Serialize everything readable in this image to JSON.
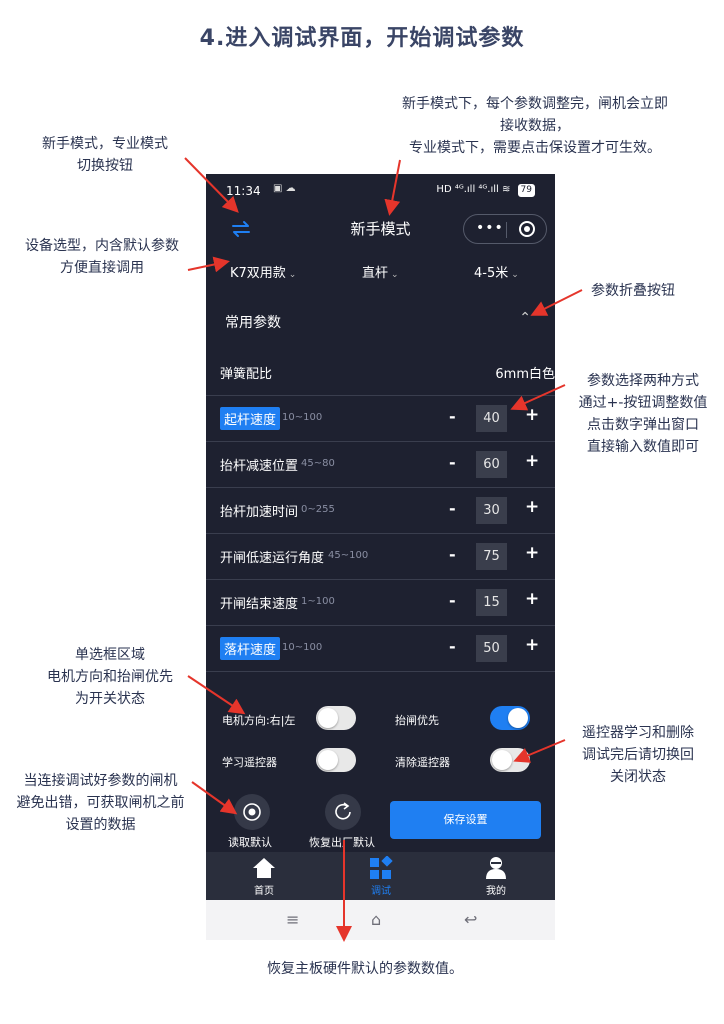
{
  "page_title": "4.进入调试界面，开始调试参数",
  "annotations": {
    "mode_switch": [
      "新手模式，专业模式",
      "切换按钮"
    ],
    "mode_desc": [
      "新手模式下，每个参数调整完，闸机会立即",
      "接收数据，",
      "专业模式下，需要点击保设置才可生效。"
    ],
    "device_select": [
      "设备选型，内含默认参数",
      "方便直接调用"
    ],
    "fold_button": [
      "参数折叠按钮"
    ],
    "param_input": [
      "参数选择两种方式",
      "通过+-按钮调整数值",
      "点击数字弹出窗口",
      "直接输入数值即可"
    ],
    "radio_area": [
      "单选框区域",
      "电机方向和抬闸优先",
      "为开关状态"
    ],
    "remote": [
      "遥控器学习和删除",
      "调试完后请切换回",
      "关闭状态"
    ],
    "read_default": [
      "当连接调试好参数的闸机",
      "避免出错，可获取闸机之前",
      "设置的数据"
    ],
    "restore_factory": [
      "恢复主板硬件默认的参数数值。"
    ]
  },
  "status_bar": {
    "time": "11:34",
    "left_icons": "▣ ☁",
    "right": "HD ⁴ᴳ.ıll ⁴ᴳ.ıll ≋",
    "battery": "79"
  },
  "header": {
    "mode": "新手模式",
    "capsule_more": "•••"
  },
  "selectors": {
    "model": "K7双用款",
    "pole": "直杆",
    "length": "4-5米",
    "caret": "⌄"
  },
  "section": {
    "label": "常用参数",
    "fold_icon": "⌃"
  },
  "params": {
    "spring": {
      "name": "弹簧配比",
      "value": "6mm白色"
    },
    "rows": [
      {
        "name": "起杆速度",
        "range": "10~100",
        "value": "40",
        "highlight": true
      },
      {
        "name": "抬杆减速位置",
        "range": "45~80",
        "value": "60",
        "highlight": false
      },
      {
        "name": "抬杆加速时间",
        "range": "0~255",
        "value": "30",
        "highlight": false
      },
      {
        "name": "开闸低速运行角度",
        "range": "45~100",
        "value": "75",
        "highlight": false
      },
      {
        "name": "开闸结束速度",
        "range": "1~100",
        "value": "15",
        "highlight": false
      },
      {
        "name": "落杆速度",
        "range": "10~100",
        "value": "50",
        "highlight": true
      }
    ],
    "minus": "-",
    "plus": "+"
  },
  "toggles": {
    "motor_dir": {
      "label": "电机方向:右|左",
      "on": false
    },
    "lift_priority": {
      "label": "抬闸优先",
      "on": true
    },
    "learn_remote": {
      "label": "学习遥控器",
      "on": false
    },
    "clear_remote": {
      "label": "清除遥控器",
      "on": false
    }
  },
  "actions": {
    "read_default": "读取默认",
    "restore_factory": "恢复出厂默认",
    "save": "保存设置"
  },
  "tabs": [
    {
      "label": "首页",
      "icon": "home-icon"
    },
    {
      "label": "调试",
      "icon": "debug-icon",
      "active": true
    },
    {
      "label": "我的",
      "icon": "user-icon"
    }
  ],
  "system_nav": {
    "menu": "≡",
    "home": "⌂",
    "back": "↩"
  },
  "colors": {
    "accent": "#1f7ff2",
    "arrow": "#e5352b",
    "phone_bg": "#1e2130"
  }
}
